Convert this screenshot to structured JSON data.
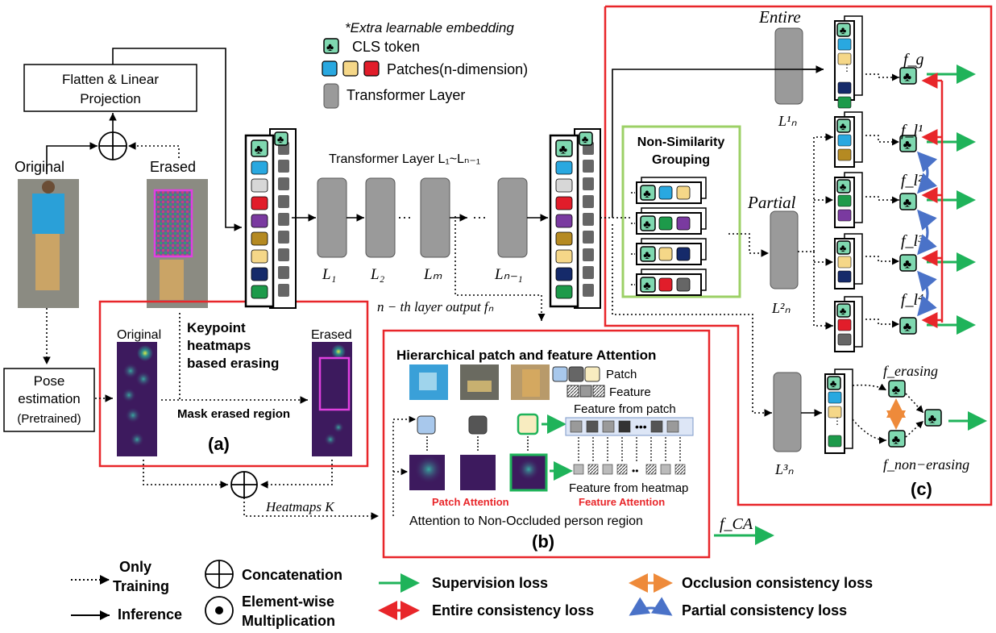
{
  "legend_top": {
    "extra_note": "*Extra learnable embedding",
    "cls": "CLS token",
    "patches": "Patches(n-dimension)",
    "transformer": "Transformer Layer"
  },
  "input": {
    "flatten_line1": "Flatten & Linear",
    "flatten_line2": "Projection",
    "original": "Original",
    "erased": "Erased",
    "pose_line1": "Pose",
    "pose_line2": "estimation",
    "pose_line3": "(Pretrained)"
  },
  "erasing_box": {
    "original": "Original",
    "erased": "Erased",
    "kp_line1": "Keypoint",
    "kp_line2": "heatmaps",
    "kp_line3": "based erasing",
    "mask": "Mask erased region",
    "tag": "(a)",
    "heatmaps": "Heatmaps K"
  },
  "backbone": {
    "title": "Transformer Layer L₁~Lₙ₋₁",
    "l1": "L₁",
    "l2": "L₂",
    "lm": "Lₘ",
    "ln1": "Lₙ₋₁",
    "dots": "···",
    "nth": "n − th layer output fₙ"
  },
  "attention_box": {
    "title": "Hierarchical patch and feature Attention",
    "patch_legend": "Patch",
    "feature_legend": "Feature",
    "feat_from_patch": "Feature  from patch",
    "feat_from_heatmap": "Feature  from heatmap",
    "patch_attention": "Patch Attention",
    "feature_attention": "Feature Attention",
    "caption": "Attention to Non-Occluded person region",
    "tag": "(b)",
    "fca": "f_CA"
  },
  "right_box": {
    "entire": "Entire",
    "partial": "Partial",
    "grouping_line1": "Non-Similarity",
    "grouping_line2": "Grouping",
    "ln1_label": "L¹ₙ",
    "ln2_label": "L²ₙ",
    "ln3_label": "L³ₙ",
    "fg": "f_g",
    "fl1": "f_l¹",
    "fl2": "f_l²",
    "fl3": "f_l³",
    "fl4": "f_l⁴",
    "ferasing": "f_erasing",
    "fnonerasing": "f_non−erasing",
    "tag": "(c)"
  },
  "legend_bottom": {
    "only": "Only",
    "training": "Training",
    "inference": "Inference",
    "concat": "Concatenation",
    "element_line1": "Element-wise",
    "element_line2": "Multiplication",
    "supervision": "Supervision loss",
    "entire_loss": "Entire consistency loss",
    "occlusion": "Occlusion consistency loss",
    "partial_loss": "Partial consistency loss"
  },
  "colors": {
    "red": "#e8262a",
    "green": "#1fb35a",
    "orange": "#ee8a3a",
    "blue": "#4a72c8",
    "lightgreen": "#9cd066",
    "cls_bg": "#7fd8b0",
    "patch_colors": [
      "#29a8e0",
      "#d7d7d7",
      "#e11d2a",
      "#7a3aa0",
      "#b58a22",
      "#f5d788",
      "#152a6a",
      "#1d9a4a"
    ]
  }
}
